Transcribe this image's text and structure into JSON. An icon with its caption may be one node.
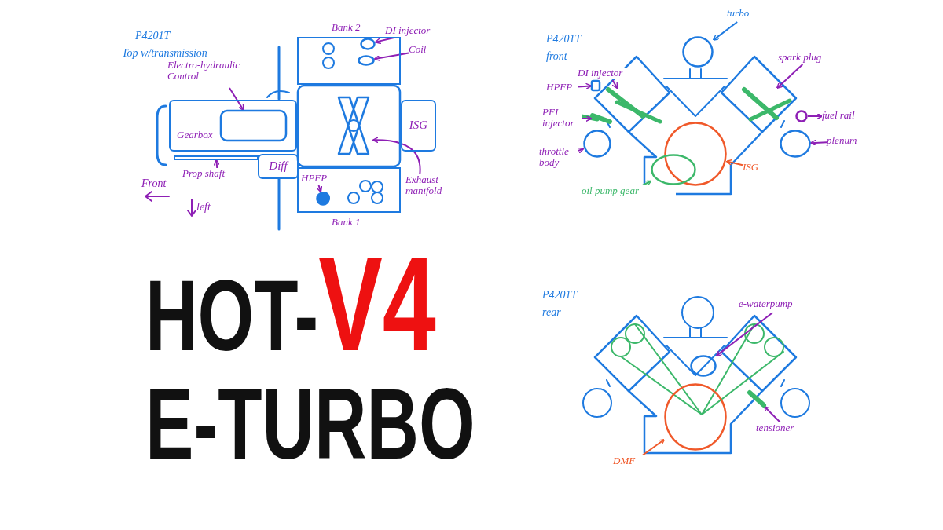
{
  "diagram": {
    "title": "HOT-V4 E-TURBO",
    "nodes": [
      {
        "text": [
          "Gearbox"
        ]
      },
      {
        "text": [],
        "shape": "box",
        "in": 0
      },
      {
        "text": [
          "Electro-hydraulic Control"
        ]
      },
      {
        "text": [
          "Diff"
        ]
      },
      {
        "text": [],
        "shape": "bar"
      },
      {
        "text": [
          "Prop shaft"
        ]
      },
      {
        "text": [
          "Bank 2"
        ]
      },
      {
        "text": [],
        "shape": "circle",
        "in": 6
      },
      {
        "text": [],
        "shape": "circle",
        "in": 6
      },
      {
        "text": [
          "DI injector"
        ]
      },
      {
        "text": [
          "Coil"
        ]
      },
      {
        "text": [],
        "shape": "box"
      },
      {
        "text": [],
        "shape": "picture",
        "in": 11
      },
      {
        "text": [
          "Exhaust manifold"
        ]
      },
      {
        "text": [
          "ISG"
        ]
      },
      {
        "text": [
          "Bank 1"
        ]
      },
      {
        "text": [],
        "shape": "circle",
        "in": 15
      },
      {
        "text": [
          "HPFP"
        ],
        "in": 15
      },
      {
        "text": [],
        "shape": "circle"
      },
      {
        "text": [
          "turbo"
        ]
      },
      {
        "text": [
          "DI injector"
        ]
      },
      {
        "text": [],
        "shape": "bar"
      },
      {
        "text": [
          "HPFP"
        ]
      },
      {
        "text": [],
        "shape": "box"
      },
      {
        "text": [
          "PFI injector"
        ]
      },
      {
        "text": [],
        "shape": "bar"
      },
      {
        "text": [],
        "shape": "circle"
      },
      {
        "text": [
          "throttle body"
        ]
      },
      {
        "text": [
          "spark plug"
        ]
      },
      {
        "text": [],
        "shape": "bar"
      },
      {
        "text": [],
        "shape": "circle"
      },
      {
        "text": [
          "fuel rail"
        ]
      },
      {
        "text": [
          "plenum"
        ]
      },
      {
        "text": [],
        "shape": "circle"
      },
      {
        "text": [],
        "shape": "circle"
      },
      {
        "text": [
          "ISG"
        ]
      },
      {
        "text": [],
        "shape": "circle"
      },
      {
        "text": [
          "oil pump gear"
        ]
      },
      {
        "text": [
          "e-waterpump"
        ]
      },
      {
        "text": [],
        "shape": "circle"
      },
      {
        "text": [
          "tensioner"
        ]
      },
      {
        "text": [],
        "shape": "bar"
      },
      {
        "text": [],
        "shape": "circle"
      },
      {
        "text": [
          "DMF"
        ]
      }
    ],
    "edges": [
      {
        "from": 2,
        "to": 1,
        "arrow": "to"
      },
      {
        "from": 9,
        "to": 7,
        "arrow": "to"
      },
      {
        "from": 10,
        "to": 8,
        "arrow": "to"
      },
      {
        "from": 13,
        "to": 12,
        "arrow": "to"
      },
      {
        "from": 5,
        "to": 4,
        "arrow": "to"
      },
      {
        "from": 17,
        "to": 16,
        "arrow": "to"
      },
      {
        "from": 19,
        "to": 18,
        "arrow": "to",
        "color": "#1e7ae0"
      },
      {
        "from": 20,
        "to": 21,
        "arrow": "to"
      },
      {
        "from": 22,
        "to": 23,
        "arrow": "to"
      },
      {
        "from": 24,
        "to": 25,
        "arrow": "to"
      },
      {
        "from": 27,
        "to": 26,
        "arrow": "to"
      },
      {
        "from": 28,
        "to": 29,
        "arrow": "to"
      },
      {
        "from": 30,
        "to": 31,
        "arrow": "to"
      },
      {
        "from": 32,
        "to": 33,
        "arrow": "to"
      },
      {
        "from": 35,
        "to": 34,
        "arrow": "to",
        "color": "#f0592a"
      },
      {
        "from": 37,
        "to": 36,
        "arrow": "to",
        "color": "#3cb86a"
      },
      {
        "from": 38,
        "to": 39,
        "arrow": "to"
      },
      {
        "from": 40,
        "to": 41,
        "arrow": "to"
      },
      {
        "from": 43,
        "to": 42,
        "arrow": "to",
        "color": "#f0592a"
      }
    ],
    "labels": [
      "P4201T",
      "Top w/transmission",
      "Front",
      "left",
      "P4201T",
      "front",
      "P4201T",
      "rear"
    ]
  }
}
